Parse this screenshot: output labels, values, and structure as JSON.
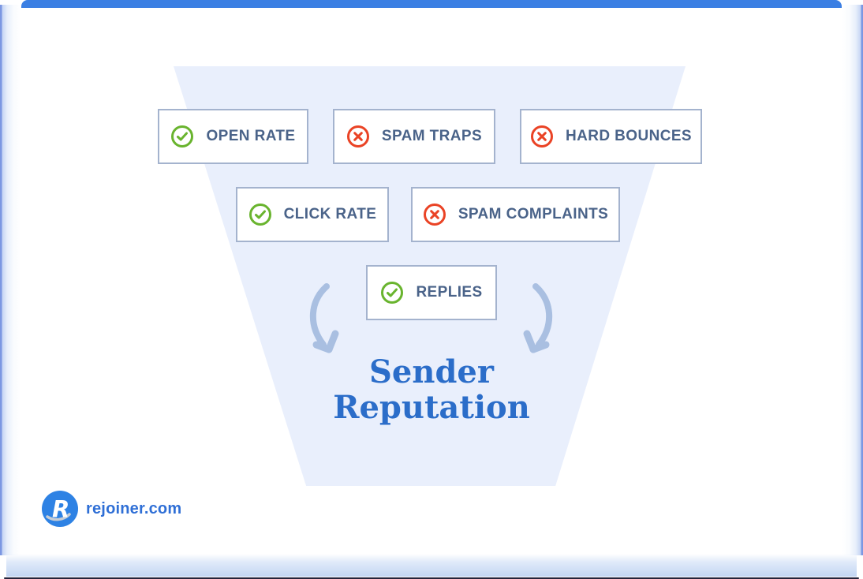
{
  "funnel": {
    "boxes": [
      {
        "label": "OPEN RATE",
        "status": "positive"
      },
      {
        "label": "SPAM TRAPS",
        "status": "negative"
      },
      {
        "label": "HARD BOUNCES",
        "status": "negative"
      },
      {
        "label": "CLICK RATE",
        "status": "positive"
      },
      {
        "label": "SPAM COMPLAINTS",
        "status": "negative"
      },
      {
        "label": "REPLIES",
        "status": "positive"
      }
    ],
    "result_title": "Sender Reputation"
  },
  "footer": {
    "logo_letter": "R",
    "brand_text": "rejoiner.com"
  },
  "colors": {
    "top_bar": "#3b7fe3",
    "funnel_background": "#e9effc",
    "box_border": "#a4b3ce",
    "label_text": "#4a6389",
    "positive_icon": "#69b42e",
    "negative_icon": "#ea4325",
    "arrow": "#a9bfe1",
    "result_title": "#2b6dc9",
    "brand_blue": "#2e82e4"
  }
}
